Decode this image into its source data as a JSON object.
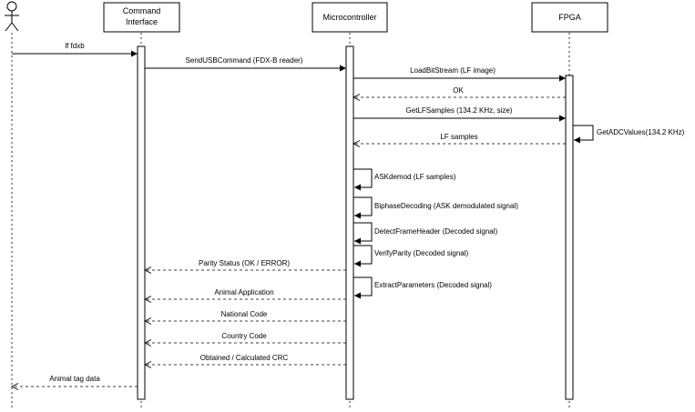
{
  "participants": {
    "command_interface": "Command\nInterface",
    "microcontroller": "Microcontroller",
    "fpga": "FPGA"
  },
  "messages": [
    {
      "id": "m1",
      "label": "lf fdxb",
      "kind": "sync"
    },
    {
      "id": "m2",
      "label": "SendUSBCommand (FDX-B reader)",
      "kind": "sync"
    },
    {
      "id": "m3",
      "label": "LoadBitStream (LF image)",
      "kind": "sync"
    },
    {
      "id": "m4",
      "label": "OK",
      "kind": "return"
    },
    {
      "id": "m5",
      "label": "GetLFSamples (134.2 KHz, size)",
      "kind": "sync"
    },
    {
      "id": "m6",
      "label": "GetADCValues(134.2 KHz)",
      "kind": "self"
    },
    {
      "id": "m7",
      "label": "LF samples",
      "kind": "return"
    },
    {
      "id": "m8",
      "label": "ASKdemod (LF samples)",
      "kind": "self"
    },
    {
      "id": "m9",
      "label": "BiphaseDecoding (ASK demodulated signal)",
      "kind": "self"
    },
    {
      "id": "m10",
      "label": "DetectFrameHeader (Decoded signal)",
      "kind": "self"
    },
    {
      "id": "m11",
      "label": "VerifyParity (Decoded signal)",
      "kind": "self"
    },
    {
      "id": "m12",
      "label": "Parity Status (OK / ERROR)",
      "kind": "return"
    },
    {
      "id": "m13",
      "label": "ExtractParameters (Decoded signal)",
      "kind": "self"
    },
    {
      "id": "m14",
      "label": "Animal Application",
      "kind": "return"
    },
    {
      "id": "m15",
      "label": "National Code",
      "kind": "return"
    },
    {
      "id": "m16",
      "label": "Country Code",
      "kind": "return"
    },
    {
      "id": "m17",
      "label": "Obtained / Calculated CRC",
      "kind": "return"
    },
    {
      "id": "m18",
      "label": "Animal tag data",
      "kind": "return"
    }
  ]
}
